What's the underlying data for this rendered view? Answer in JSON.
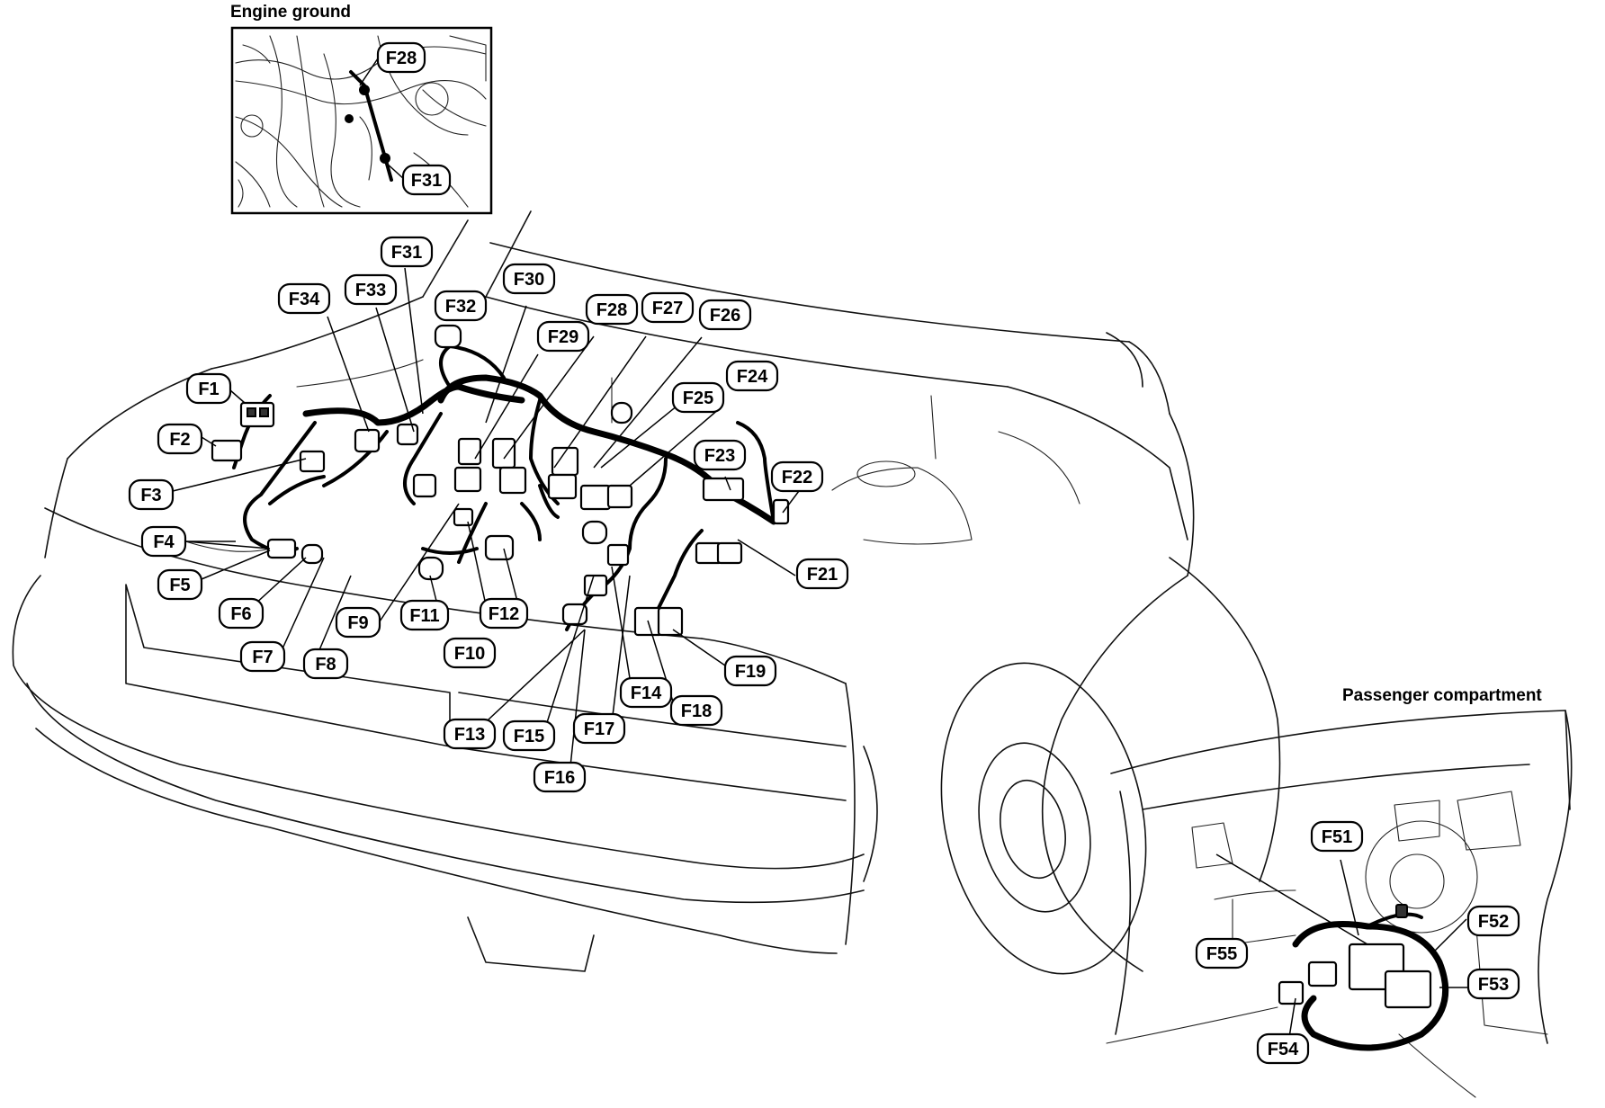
{
  "headings": {
    "engine_ground": "Engine ground",
    "passenger_compartment": "Passenger compartment"
  },
  "connectors": {
    "F1": "F1",
    "F2": "F2",
    "F3": "F3",
    "F4": "F4",
    "F5": "F5",
    "F6": "F6",
    "F7": "F7",
    "F8": "F8",
    "F9": "F9",
    "F10": "F10",
    "F11": "F11",
    "F12": "F12",
    "F13": "F13",
    "F14": "F14",
    "F15": "F15",
    "F16": "F16",
    "F17": "F17",
    "F18": "F18",
    "F19": "F19",
    "F21": "F21",
    "F22": "F22",
    "F23": "F23",
    "F24": "F24",
    "F25": "F25",
    "F26": "F26",
    "F27": "F27",
    "F28": "F28",
    "F29": "F29",
    "F30": "F30",
    "F31": "F31",
    "F32": "F32",
    "F33": "F33",
    "F34": "F34",
    "F51": "F51",
    "F52": "F52",
    "F53": "F53",
    "F54": "F54",
    "F55": "F55"
  },
  "inset_connectors": {
    "F28": "F28",
    "F31": "F31"
  },
  "colors": {
    "line": "#000000",
    "background": "#ffffff"
  }
}
